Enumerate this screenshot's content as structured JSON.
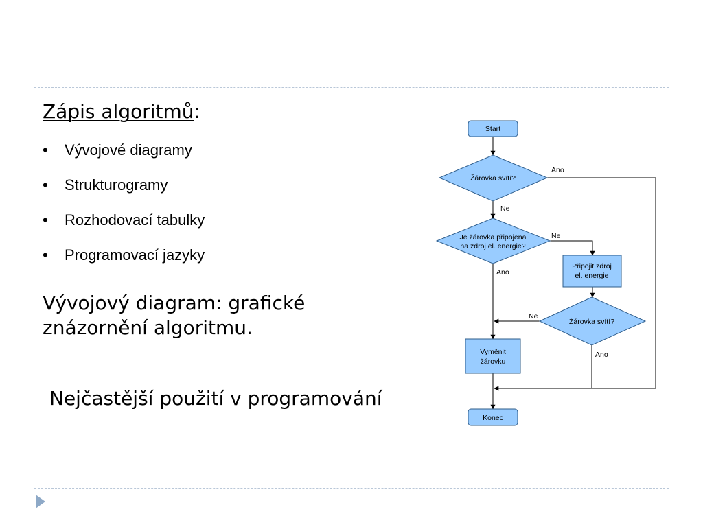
{
  "heading": "Zápis algoritmů",
  "heading_colon": ":",
  "bullets": [
    "Vývojové diagramy",
    "Strukturogramy",
    "Rozhodovací tabulky",
    "Programovací jazyky"
  ],
  "bullet_symbol": "•",
  "definition": {
    "term": "Vývojový diagram:",
    "text": " grafické znázornění algoritmu."
  },
  "usage": "Nejčastější použití v programování",
  "flowchart": {
    "start": "Start",
    "decision1": "Žárovka svítí?",
    "decision2_line1": "Je žárovka připojena",
    "decision2_line2": "na zdroj el. energie?",
    "action_connect_line1": "Připojit zdroj",
    "action_connect_line2": "el. energie",
    "decision3": "Žárovka svítí?",
    "action_replace_line1": "Vyměnit",
    "action_replace_line2": "žárovku",
    "end": "Konec",
    "label_yes": "Ano",
    "label_no": "Ne",
    "node_fill": "#99ccff",
    "node_stroke": "#2e5c8a"
  }
}
